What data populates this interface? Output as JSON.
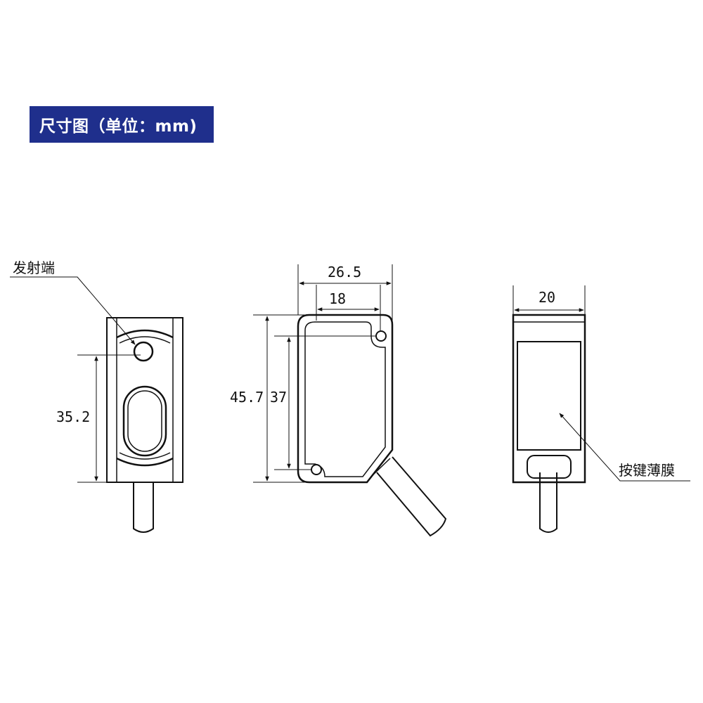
{
  "title": "尺寸图（单位：mm)",
  "labels": {
    "emitter": "发射端",
    "button_membrane": "按键薄膜"
  },
  "dimensions": {
    "front_height": "35.2",
    "side_width_outer": "26.5",
    "side_width_inner": "18",
    "side_height_outer": "45.7",
    "side_height_inner": "37",
    "back_width": "20"
  },
  "colors": {
    "title_bg": "#1f2f8c",
    "line": "#111111"
  }
}
